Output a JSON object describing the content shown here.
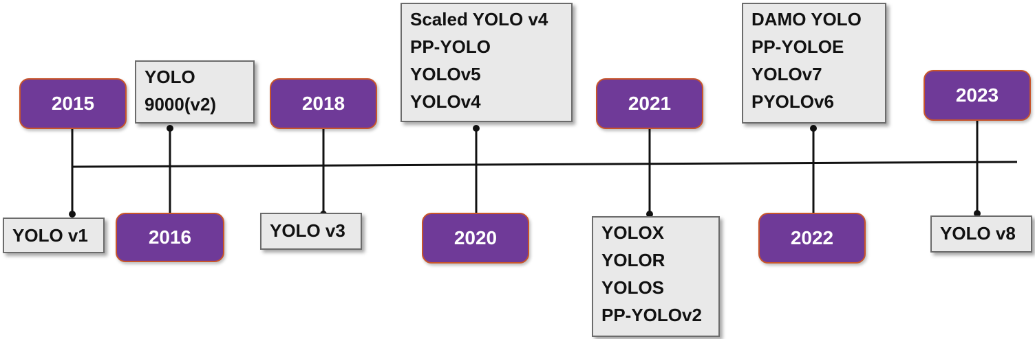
{
  "colors": {
    "year_fill": "#6f3a98",
    "year_border": "#c8552b",
    "model_fill": "#e9e9e9",
    "model_border": "#6b6b6b",
    "line": "#111111"
  },
  "timeline": [
    {
      "year": "2015",
      "models": [
        "YOLO v1"
      ]
    },
    {
      "year": "2016",
      "models": [
        "YOLO",
        "9000(v2)"
      ]
    },
    {
      "year": "2018",
      "models": [
        "YOLO v3"
      ]
    },
    {
      "year": "2020",
      "models": [
        "Scaled YOLO v4",
        "PP-YOLO",
        "YOLOv5",
        "YOLOv4"
      ]
    },
    {
      "year": "2021",
      "models": [
        "YOLOX",
        "YOLOR",
        "YOLOS",
        "PP-YOLOv2"
      ]
    },
    {
      "year": "2022",
      "models": [
        "DAMO YOLO",
        "PP-YOLOE",
        "YOLOv7",
        "PYOLOv6"
      ]
    },
    {
      "year": "2023",
      "models": [
        "YOLO v8"
      ]
    }
  ]
}
